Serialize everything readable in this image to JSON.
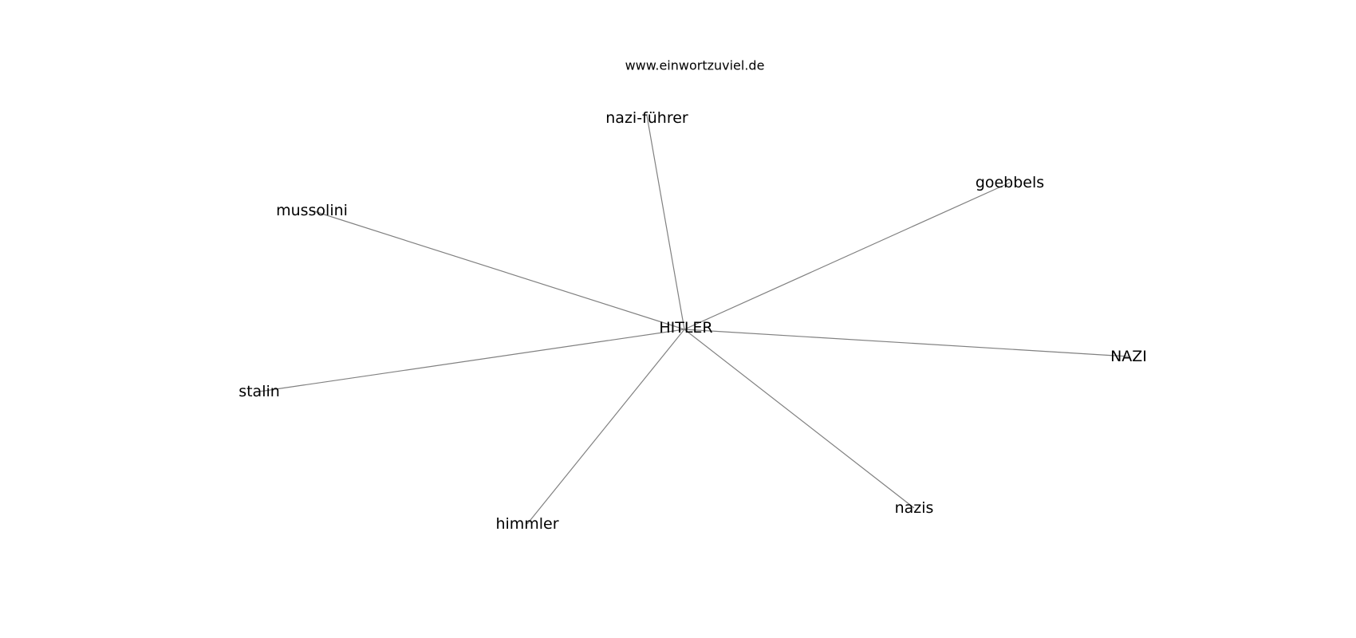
{
  "site": "www.einwortzuviel.de",
  "center": {
    "id": "hitler",
    "label": "HITLER"
  },
  "neighbors": [
    {
      "id": "nazi-fuehrer",
      "label": "nazi-führer"
    },
    {
      "id": "goebbels",
      "label": "goebbels"
    },
    {
      "id": "mussolini",
      "label": "mussolini"
    },
    {
      "id": "nazi",
      "label": "NAZI"
    },
    {
      "id": "stalin",
      "label": "stalin"
    },
    {
      "id": "himmler",
      "label": "himmler"
    },
    {
      "id": "nazis",
      "label": "nazis"
    }
  ],
  "colors": {
    "edge": "#808080",
    "text": "#000000",
    "background": "#ffffff"
  }
}
